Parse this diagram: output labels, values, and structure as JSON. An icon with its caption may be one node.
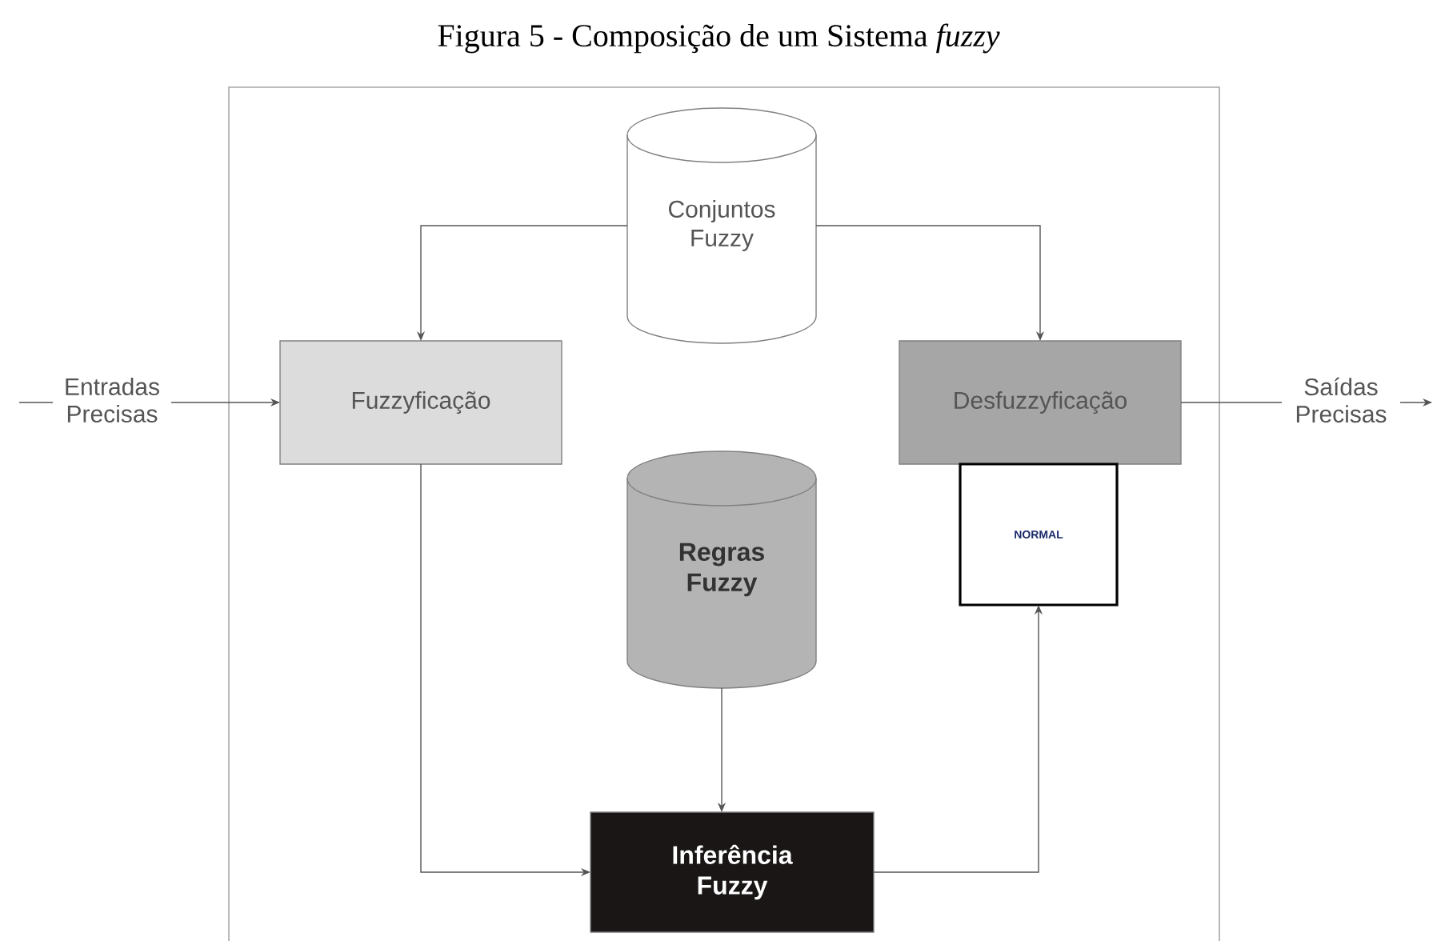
{
  "diagram": {
    "title": "Figura 5 - Composição de um Sistema *fuzzy*",
    "nodes": [
      {
        "text": [],
        "shape": "box"
      },
      {
        "text": [
          "Conjuntos Fuzzy"
        ],
        "in": 0
      },
      {
        "text": [
          "Fuzzyficação"
        ],
        "in": 0
      },
      {
        "text": [
          "Desfuzzyficação"
        ],
        "in": 0
      },
      {
        "text": [
          "Regras Fuzzy"
        ],
        "in": 0
      },
      {
        "text": [
          "NORMAL"
        ],
        "in": 0
      },
      {
        "text": [
          "Inferência Fuzzy"
        ],
        "in": 0
      }
    ],
    "edges": [
      {
        "from": null,
        "to": 2,
        "arrow": "to",
        "label": "Entradas Precisas"
      },
      {
        "from": 1,
        "to": 2,
        "arrow": "to"
      },
      {
        "from": 1,
        "to": 3,
        "arrow": "to"
      },
      {
        "from": 3,
        "to": null,
        "arrow": "to",
        "label": "Saídas Precisas"
      },
      {
        "from": 4,
        "to": 6,
        "arrow": "to"
      },
      {
        "from": 2,
        "to": 6,
        "arrow": "to"
      },
      {
        "from": 6,
        "to": 5,
        "arrow": "to"
      }
    ]
  }
}
